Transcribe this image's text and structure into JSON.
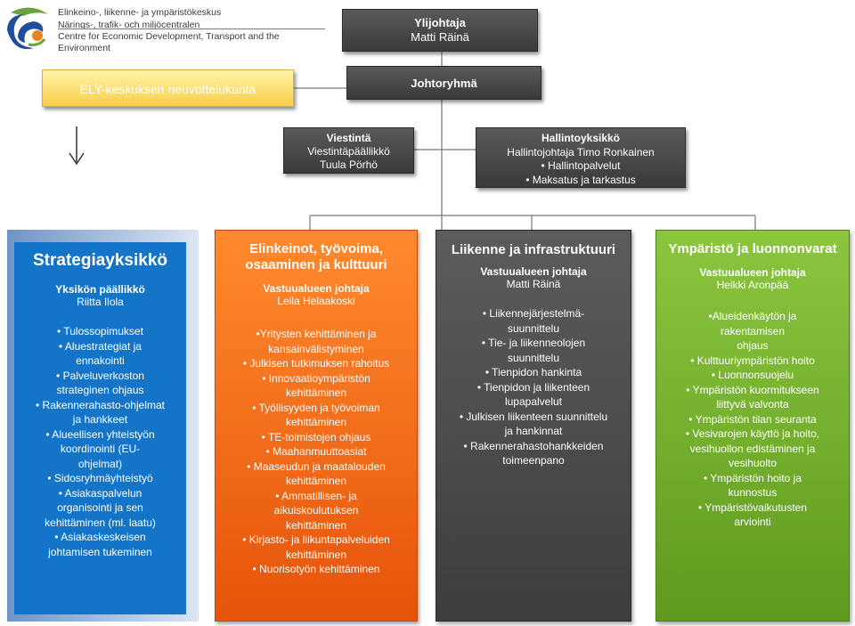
{
  "logo": {
    "lines": [
      "Elinkeino-, liikenne- ja ympäristökeskus",
      "Närings-, trafik- och miljöcentralen",
      "Centre for Economic Development, Transport and the Environment"
    ],
    "colors": {
      "blue": "#1f4e9c",
      "green": "#6aa33a",
      "orange": "#e8821e"
    }
  },
  "top": {
    "title": "Ylijohtaja",
    "name": "Matti Räinä"
  },
  "johtoryhma": "Johtoryhmä",
  "ely_box": "ELY-keskuksen neuvottelukunta",
  "viestinta": {
    "title": "Viestintä",
    "role": "Viestintäpäällikkö",
    "name": "Tuula Pörhö"
  },
  "hallinto": {
    "title": "Hallintoyksikkö",
    "role": "Hallintojohtaja Timo Ronkainen",
    "items": [
      "• Hallintopalvelut",
      "• Maksatus ja tarkastus"
    ]
  },
  "columns": [
    {
      "id": "strategia",
      "color": "#1475c8",
      "title": "Strategiayksikkö",
      "manager_title": "Yksikön päällikkö",
      "manager_name": "Riitta Ilola",
      "items": [
        "• Tulossopimukset",
        "• Aluestrategiat ja",
        "ennakointi",
        "• Palveluverkoston",
        "strateginen ohjaus",
        "• Rakennerahasto-ohjelmat",
        "ja hankkeet",
        "• Alueellisen yhteistyön",
        "koordinointi (EU-",
        "ohjelmat)",
        "• Sidosryhmäyhteistyö",
        "• Asiakaspalvelun",
        "organisointi ja sen",
        "kehittäminen (ml. laatu)",
        "• Asiakaskeskeisen",
        "johtamisen tukeminen"
      ]
    },
    {
      "id": "elinkeinot",
      "color": "#f26b1d",
      "title": "Elinkeinot, työvoima, osaaminen ja kulttuuri",
      "manager_title": "Vastuualueen johtaja",
      "manager_name": "Leila Helaakoski",
      "items": [
        "•Yritysten kehittäminen ja",
        "kansainvälistyminen",
        "• Julkisen tutkimuksen rahoitus",
        "• Innovaatioympäristön",
        "kehittäminen",
        "• Työllisyyden ja työvoiman",
        "kehittäminen",
        "• TE-toimistojen ohjaus",
        "• Maahanmuuttoasiat",
        "• Maaseudun ja maatalouden",
        "kehittäminen",
        "• Ammatillisen- ja",
        "aikuiskoulutuksen",
        "kehittäminen",
        "• Kirjasto- ja liikuntapalveluiden",
        "kehittäminen",
        "• Nuorisotyön kehittäminen"
      ]
    },
    {
      "id": "liikenne",
      "color": "#4a4a4a",
      "title": "Liikenne ja infrastruktuuri",
      "manager_title": "Vastuualueen johtaja",
      "manager_name": "Matti Räinä",
      "items": [
        "• Liikennejärjestelmä-",
        "suunnittelu",
        "• Tie- ja liikenneolojen",
        "suunnittelu",
        "• Tienpidon hankinta",
        "• Tienpidon ja liikenteen",
        "lupapalvelut",
        "• Julkisen liikenteen suunnittelu",
        "ja hankinnat",
        "• Rakennerahastohankkeiden",
        "toimeenpano"
      ]
    },
    {
      "id": "ymparisto",
      "color": "#78b431",
      "title": "Ympäristö ja luonnonvarat",
      "manager_title": "Vastuualueen johtaja",
      "manager_name": "Heikki Aronpää",
      "items": [
        "•Alueidenkäytön ja",
        "rakentamisen",
        "ohjaus",
        "• Kulttuuriympäristön hoito",
        "• Luonnonsuojelu",
        "• Ympäristön kuormitukseen",
        "liittyvä valvonta",
        "• Ympäristön tilan seuranta",
        "• Vesivarojen käyttö ja hoito,",
        "vesihuollon edistäminen ja",
        "vesihuolto",
        "• Ympäristön hoito ja",
        "kunnostus",
        "• Ympäristövaikutusten",
        "arviointi"
      ]
    }
  ]
}
